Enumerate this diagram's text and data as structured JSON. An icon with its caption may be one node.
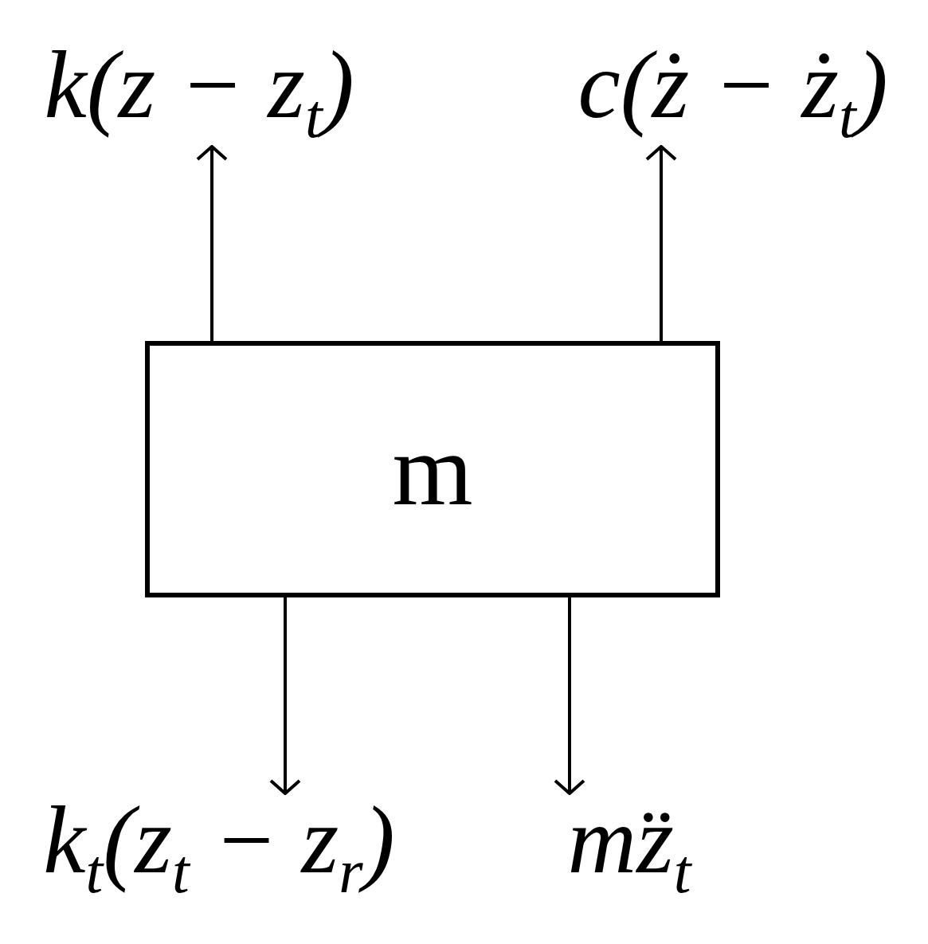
{
  "diagram": {
    "nodes": [
      {
        "text": [
          "m"
        ]
      },
      {
        "text": [
          "k(z − z$_{t}$)"
        ]
      },
      {
        "text": [
          "c(ż − ż$_{t}$)"
        ]
      },
      {
        "text": [
          "k$_{t}$(z$_{t}$ − z$_{r}$)"
        ]
      },
      {
        "text": [
          "mz̈$_{t}$"
        ]
      }
    ],
    "edges": [
      {
        "from": 0,
        "to": 1,
        "arrow": "to"
      },
      {
        "from": 0,
        "to": 2,
        "arrow": "to"
      },
      {
        "from": 0,
        "to": 3,
        "arrow": "to"
      },
      {
        "from": 0,
        "to": 4,
        "arrow": "to"
      }
    ]
  }
}
